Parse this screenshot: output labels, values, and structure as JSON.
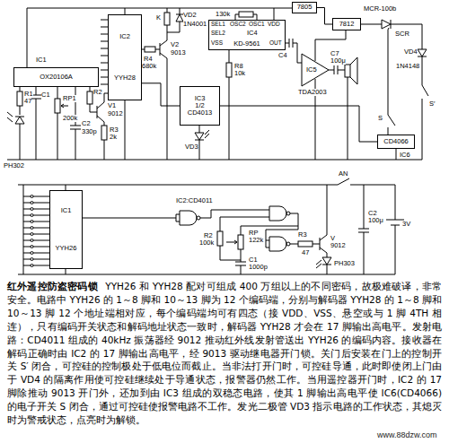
{
  "diagram": {
    "title": "红外遥控防盗密码锁",
    "caption": "YYH26 和 YYH28 配对可组成 400 万组以上的不同密码，故极难破译，非常安全。电路中 YYH26 的 1～8 脚和 10～13 脚为 12 个编码端，分别与解码器 YYH28 的 1～8 脚和 10～13 脚 12 个地址端相对应，每个编码端均可有四态（接 VDD、VSS、悬空或与 1 脚 4TH 相连），只有编码开关状态和解码地址状态一致时，解码器 YYH28 才会在 17 脚输出高电平。发射电路：CD4011 组成的 40kHz 振荡器经 9012 推动红外线发射管送出 YYH26 的编码内容。接收器在解码正确时由 IC2 的 17 脚输出高电平，经 9013 驱动继电器开门锁。关门后安装在门上的控制开关 S′ 闭合，可控硅的控制极处于低电位而截止。当非法打开门时，可控硅导通，此时即使闭上门由于 VD4 的隔离作用使可控硅继续处于导通状态，报警器仍然工作。当用遥控器开门时，IC2 的 17 脚除推动 9013 开门外，还加到由 IC3 组成的双稳态电路，使其 1 脚输出高电平使 IC6(CD4066) 的电子开关 S 闭合，通过可控硅使报警电路不工作。发光二极管 VD3 指示电路的工作状态，其熄灭时为警戒状态，点亮时为解锁。",
    "nodes": [
      {
        "text": [
          "OX20106A"
        ]
      },
      {
        "text": [
          "IC2",
          "YYH28"
        ]
      },
      {
        "text": [
          "IC3",
          "1/2 CD4013"
        ]
      },
      {
        "text": [
          "7805"
        ]
      },
      {
        "text": [
          "KD-9561"
        ]
      },
      {
        "text": [
          "7812"
        ]
      },
      {
        "text": [
          "CD4066"
        ]
      },
      {
        "text": [
          "IC1",
          "YYH26"
        ]
      }
    ],
    "edges": [
      {
        "from": 1,
        "to": 2,
        "arrow": "none"
      },
      {
        "from": 5,
        "to": 3,
        "arrow": "none"
      }
    ],
    "labels": [
      "IC1",
      "R1",
      "47",
      "PH302",
      "C1",
      "RP1",
      "200k",
      "C2",
      "330p",
      "R2",
      "V1",
      "9012",
      "R3",
      "2k",
      "VD2",
      "1N4001",
      "K",
      "R4",
      "680k",
      "V2",
      "9013",
      "VD3",
      "130k",
      "IC4",
      "SEL1",
      "OSC2",
      "OSC1",
      "VDD",
      "SEL2",
      "VSS",
      "OUT",
      "R8",
      "10k",
      "C4",
      "IC5",
      "TDA2003",
      "C7",
      "100μ",
      "MCR-100b",
      "SCR",
      "VD4",
      "1N4148",
      "S′",
      "S",
      "IC6",
      "IC2:CD4011",
      "R2",
      "100k",
      "RP",
      "122k",
      "C1",
      "1000p",
      "R3",
      "47",
      "V",
      "9012",
      "PH303",
      "AN",
      "C2",
      "100μ",
      "3V",
      "www.88dzw.com"
    ]
  }
}
